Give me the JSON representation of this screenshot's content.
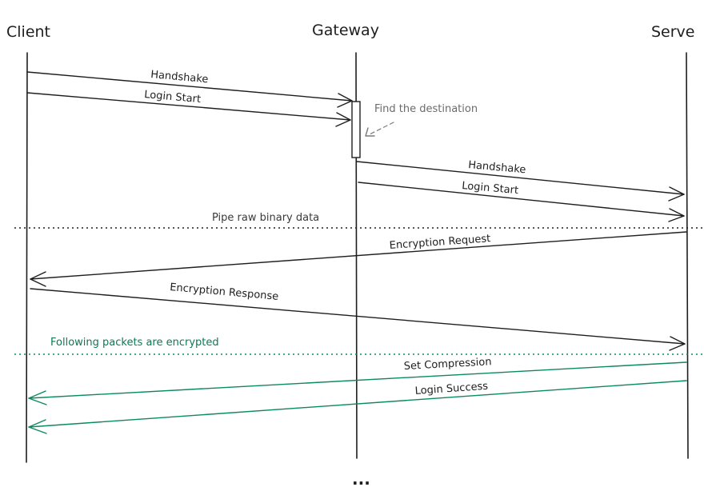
{
  "actors": {
    "client": "Client",
    "gateway": "Gateway",
    "server": "Serve"
  },
  "notes": {
    "find_destination": "Find the destination",
    "pipe": "Pipe raw binary data",
    "encrypted": "Following packets are encrypted",
    "ellipsis": "..."
  },
  "messages": {
    "handshake_1": "Handshake",
    "login_start_1": "Login Start",
    "handshake_2": "Handshake",
    "login_start_2": "Login Start",
    "encryption_request": "Encryption Request",
    "encryption_response": "Encryption Response",
    "set_compression": "Set Compression",
    "login_success": "Login Success"
  },
  "colors": {
    "ink": "#1e1e1e",
    "encrypted_green": "#0b8a5e",
    "note_gray": "#6b6b6b"
  }
}
